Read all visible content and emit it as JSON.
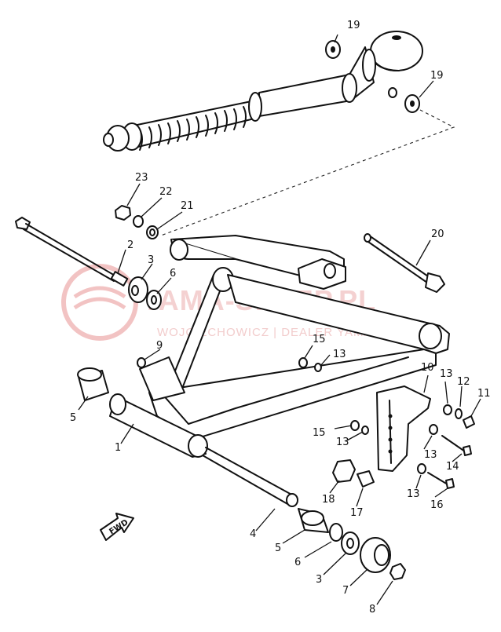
{
  "diagram": {
    "watermark": {
      "brand": "YAMA-SKLEP.PL",
      "subtitle": "WOJCIECHOWICZ | DEALER YAMAHA",
      "color": "#f0b9b9"
    },
    "direction_marker": "FWD",
    "callouts": [
      "19",
      "19",
      "23",
      "22",
      "21",
      "20",
      "2",
      "3",
      "6",
      "9",
      "5",
      "15",
      "13",
      "10",
      "13",
      "12",
      "11",
      "1",
      "15",
      "13",
      "13",
      "14",
      "18",
      "17",
      "13",
      "16",
      "4",
      "5",
      "6",
      "3",
      "7",
      "8"
    ]
  }
}
